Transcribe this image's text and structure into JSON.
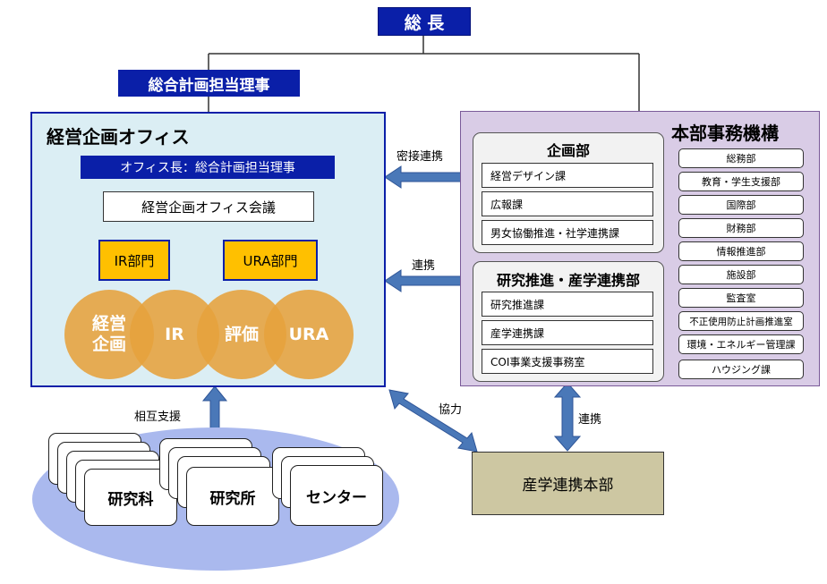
{
  "president": "総 長",
  "director": "総合計画担当理事",
  "office": {
    "title": "経営企画オフィス",
    "head": "オフィス長：総合計画担当理事",
    "meeting": "経営企画オフィス会議",
    "dept_ir": "IR部門",
    "dept_ura": "URA部門",
    "circles": [
      "経営\n企画",
      "IR",
      "評価",
      "URA"
    ]
  },
  "hq": {
    "title": "本部事務機構",
    "planning": {
      "title": "企画部",
      "items": [
        "経営デザイン課",
        "広報課",
        "男女協働推進・社学連携課"
      ]
    },
    "research": {
      "title": "研究推進・産学連携部",
      "items": [
        "研究推進課",
        "産学連携課",
        "COI事業支援事務室"
      ]
    },
    "departments": [
      "総務部",
      "教育・学生支援部",
      "国際部",
      "財務部",
      "情報推進部",
      "施設部",
      "監査室",
      "不正使用防止計画推進室",
      "環境・エネルギー管理課",
      "ハウジング課"
    ]
  },
  "links": {
    "close": "密接連携",
    "coop": "連携",
    "mutual": "相互支援",
    "collab": "協力",
    "coop2": "連携"
  },
  "units": [
    "研究科",
    "研究所",
    "センター"
  ],
  "industry": "産学連携本部",
  "colors": {
    "navy": "#0a1fa8",
    "office_bg": "#dbeef4",
    "hq_bg": "#d9cce6",
    "orange": "#e6a23c",
    "yellow": "#ffc000",
    "industry_bg": "#cdc7a2",
    "arrow": "#4a78b8",
    "ellipse": "#aab9ee"
  }
}
